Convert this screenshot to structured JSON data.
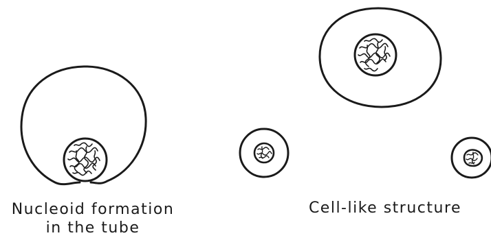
{
  "captions": {
    "left_line1": "Nucleoid formation",
    "left_line2": "in the tube",
    "right": "Cell-like structure"
  },
  "colors": {
    "ink": "#1a1a1a",
    "background": "#ffffff"
  }
}
